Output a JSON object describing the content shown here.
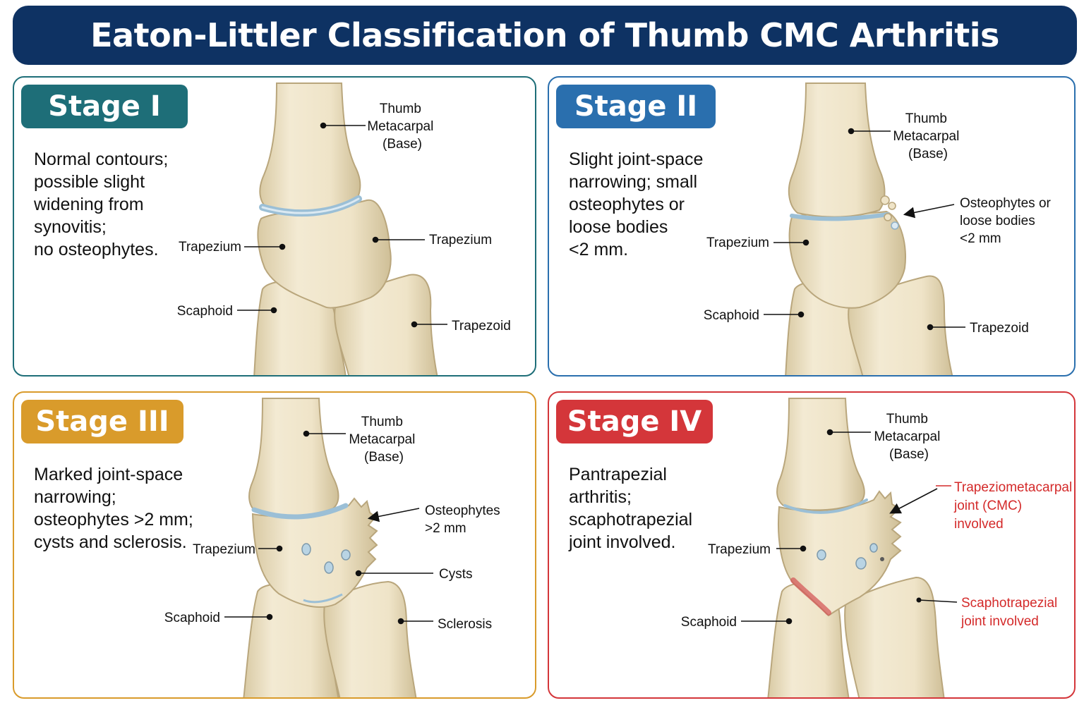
{
  "title": "Eaton-Littler Classification of Thumb CMC Arthritis",
  "colors": {
    "title_bg": "#0e3263",
    "stage1": "#1e6e78",
    "stage2": "#2a6fae",
    "stage3": "#d99b2b",
    "stage4": "#d4363a",
    "bone": "#ede2c4",
    "cartilage": "#9bbfd6",
    "red_label": "#d42a2a"
  },
  "stages": [
    {
      "badge": "Stage I",
      "description": [
        "Normal contours;",
        "possible slight",
        "widening from",
        "synovitis;",
        "no osteophytes."
      ],
      "labels": {
        "metacarpal": [
          "Thumb",
          "Metacarpal",
          "(Base)"
        ],
        "trapezium_left": "Trapezium",
        "trapezium_right": "Trapezium",
        "scaphoid": "Scaphoid",
        "trapezoid": "Trapezoid"
      }
    },
    {
      "badge": "Stage II",
      "description": [
        "Slight joint-space",
        "narrowing; small",
        "osteophytes or",
        "loose bodies",
        "<2 mm."
      ],
      "labels": {
        "metacarpal": [
          "Thumb",
          "Metacarpal",
          "(Base)"
        ],
        "osteophytes": [
          "Osteophytes or",
          "loose bodies",
          "<2 mm"
        ],
        "trapezium": "Trapezium",
        "scaphoid": "Scaphoid",
        "trapezoid": "Trapezoid"
      }
    },
    {
      "badge": "Stage III",
      "description": [
        "Marked joint-space",
        "narrowing;",
        "osteophytes >2 mm;",
        "cysts and sclerosis."
      ],
      "labels": {
        "metacarpal": [
          "Thumb",
          "Metacarpal",
          "(Base)"
        ],
        "osteophytes": [
          "Osteophytes",
          ">2 mm"
        ],
        "trapezium": "Trapezium",
        "cysts": "Cysts",
        "scaphoid": "Scaphoid",
        "sclerosis": "Sclerosis"
      }
    },
    {
      "badge": "Stage IV",
      "description": [
        "Pantrapezial",
        "arthritis;",
        "scaphotrapezial",
        "joint involved."
      ],
      "labels": {
        "metacarpal": [
          "Thumb",
          "Metacarpal",
          "(Base)"
        ],
        "cmc_joint": [
          "Trapeziometacarpal",
          "joint (CMC)",
          "involved"
        ],
        "trapezium": "Trapezium",
        "scaphoid": "Scaphoid",
        "st_joint": [
          "Scaphotrapezial",
          "joint involved"
        ]
      }
    }
  ]
}
